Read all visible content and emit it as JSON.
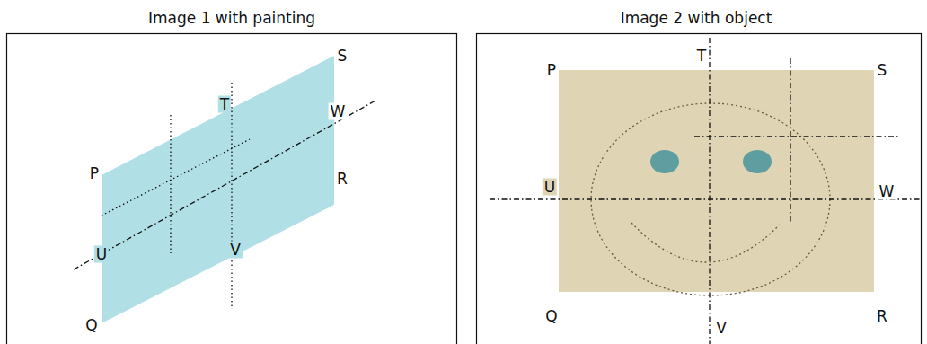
{
  "diagram": {
    "labels": [
      "Image 1 with painting",
      "Image 2 with object",
      "P",
      "Q",
      "R",
      "S",
      "T",
      "U",
      "V",
      "W",
      "P",
      "Q",
      "R",
      "S",
      "T",
      "U",
      "V",
      "W"
    ]
  }
}
